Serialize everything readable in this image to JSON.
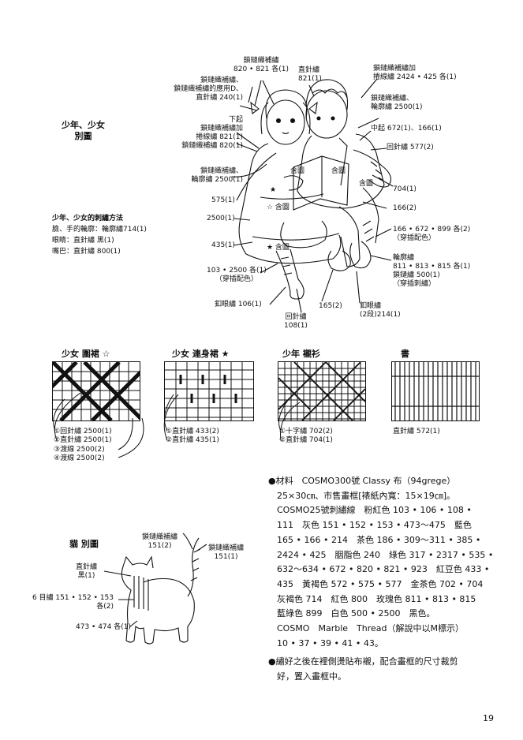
{
  "main_figure": {
    "title": "少年、少女\n別圖",
    "method_title": "少年、少女的刺繡方法",
    "method_lines": [
      "臉、手的輪廓：輪廓繡714(1)",
      "眼睛：直針繡 黑(1)",
      "嘴巴：直針繡 800(1)"
    ],
    "labels": {
      "top_chain": "鎖鏈織補繡\n820 • 821 各(1)",
      "top_straight": "直針繡\n821(1)",
      "left_chain_applied": "鎖鏈織補繡、\n鎖鏈織補繡的應用D、\n直針繡 240(1)",
      "left_lower": "下起\n鎖鏈織補繡加\n捲線繡 821(1)\n鎖鏈織補繡 820(1)",
      "left_outline": "鎖鏈織補繡、\n輪廓繡 2500(1)",
      "n575": "575(1)",
      "n2500": "2500(1)",
      "n435": "435(1)",
      "left_103": "103 • 2500 各(1)\n（穿插配色）",
      "bottom_eyelet": "釦眼繡 106(1)",
      "bottom_straight": "回針繡\n108(1)",
      "n165": "165(2)",
      "bottom_eyelet2": "釦眼繡\n(2段)214(1)",
      "right_top": "鎖鏈織補繡加\n捲線繡 2424 • 425 各(1)",
      "right_chain": "鎖鏈織補繡、\n輪廓繡 2500(1)",
      "right_mid": "中起 672(1)、166(1)",
      "right_back": "回針繡 577(2)",
      "n704": "704(1)",
      "n166": "166(2)",
      "right_166": "166 • 672 • 899 各(2)\n（穿插配色）",
      "right_outline": "輪廓繡\n811 • 813 • 815 各(1)\n鎖鏈繡 500(1)\n（穿插刺繡）",
      "picture1": "含圖",
      "picture2": "含圖",
      "picture3": "含圖",
      "star_picture": "☆ 含圖",
      "star_picture2": "★ 含圖",
      "star": "★"
    }
  },
  "patterns": [
    {
      "title": "少女 圍裙 ☆",
      "captions": [
        "①回針繡 2500(1)",
        "②直針繡 2500(1)",
        "③渡線 2500(2)",
        "④渡線 2500(2)"
      ]
    },
    {
      "title": "少女 連身裙 ★",
      "captions": [
        "①直針繡 433(2)",
        "②直針繡 435(1)"
      ]
    },
    {
      "title": "少年 襯衫",
      "captions": [
        "①十字繡 702(2)",
        "②直針繡 704(1)"
      ]
    },
    {
      "title": "書",
      "captions": [
        "直針繡 572(1)"
      ]
    }
  ],
  "cat_figure": {
    "title": "貓 別圖",
    "labels": {
      "chain1": "鎖鏈織補繡\n151(2)",
      "chain2": "鎖鏈織補繡\n151(1)",
      "straight": "直針繡\n黑(1)",
      "six": "6 目繡 151 • 152 • 153\n各(2)",
      "n473": "473 • 474 各(1)"
    }
  },
  "materials": {
    "lines": [
      "●材料　COSMO300號 Classy 布（94grege）",
      "　25×30㎝、市售畫框[裱紙內寬：15×19㎝]。",
      "　COSMO25號刺繡線　粉紅色 103 • 106 • 108 •",
      "　111　灰色 151 • 152 • 153 • 473～475　藍色",
      "　165 • 166 • 214　茶色 186 • 309～311 • 385 •",
      "　2424 • 425　胭脂色 240　綠色 317 • 2317 • 535 •",
      "　632～634 • 672 • 820 • 821 • 923　紅豆色 433 •",
      "　435　黃褐色 572 • 575 • 577　金茶色 702 • 704",
      "　灰褐色 714　紅色 800　玫瑰色 811 • 813 • 815",
      "　藍綠色 899　白色 500 • 2500　黑色。",
      "　COSMO　Marble　Thread（解說中以M標示）",
      "　10 • 37 • 39 • 41 • 43。"
    ]
  },
  "note": {
    "lines": [
      "●繡好之後在裡側燙貼布襯，配合畫框的尺寸裁剪",
      "　好，置入畫框中。"
    ]
  },
  "page_number": "19"
}
